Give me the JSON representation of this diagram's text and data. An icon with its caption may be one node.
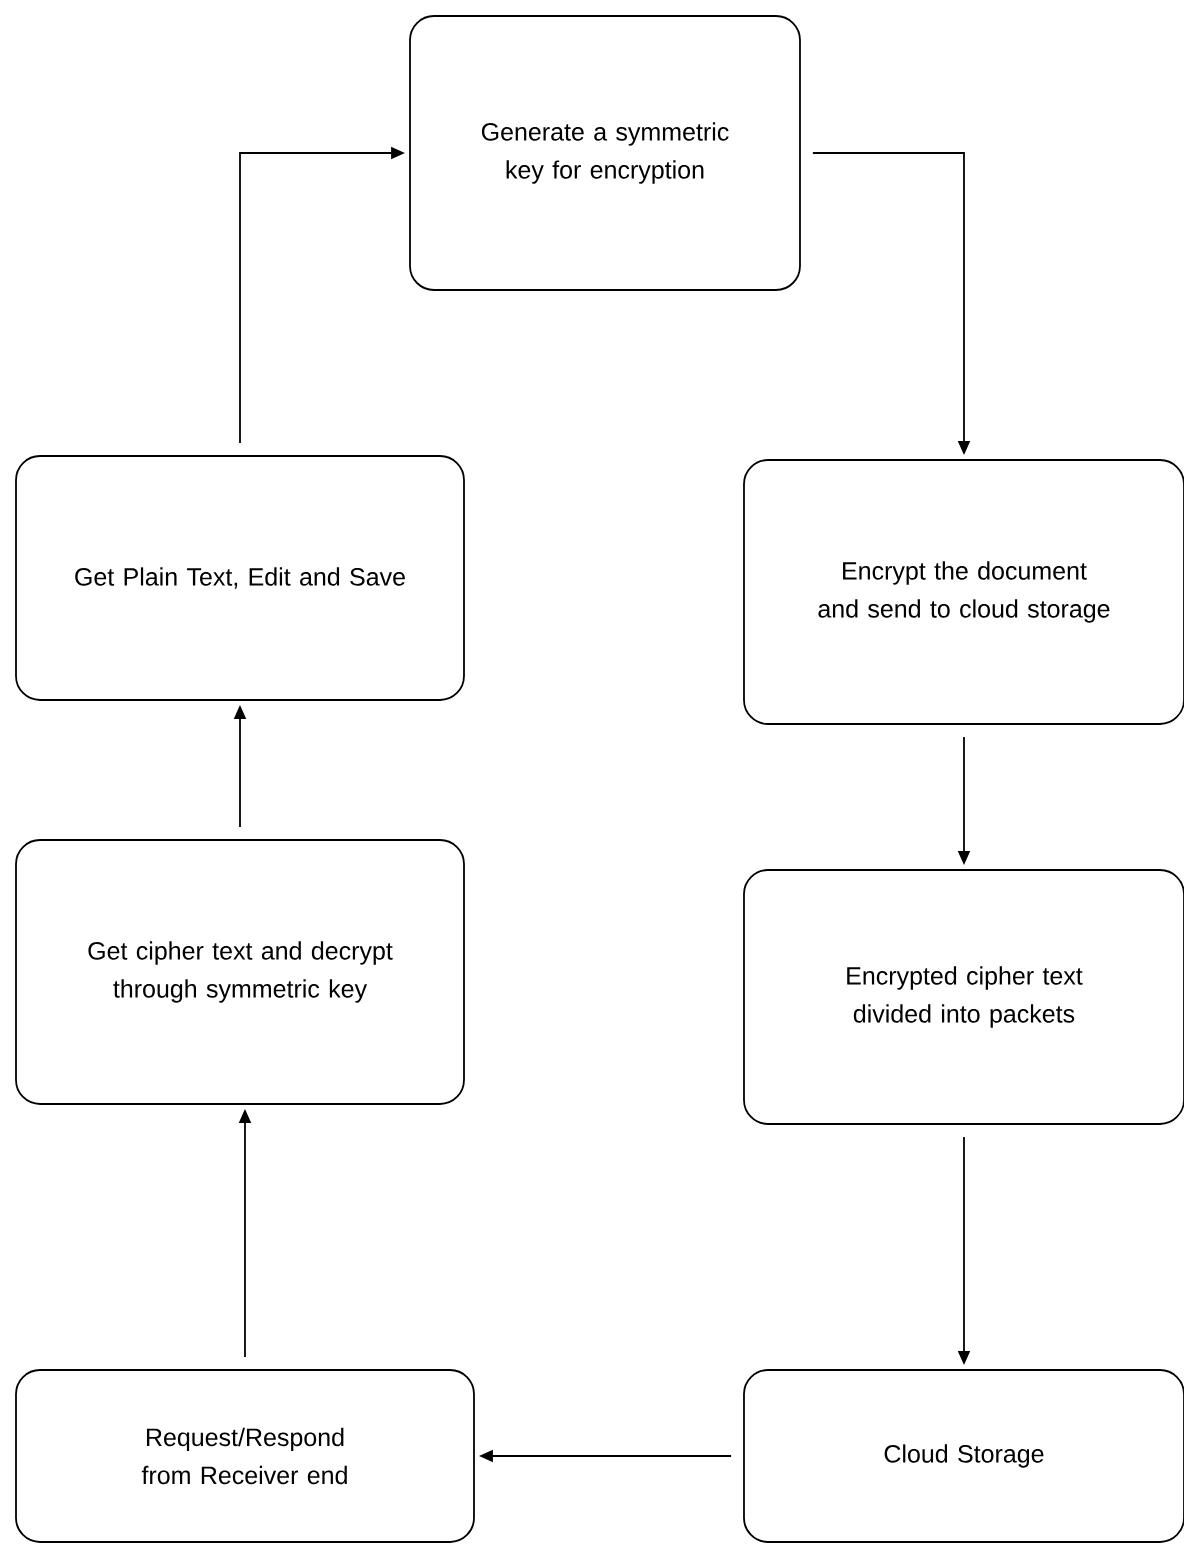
{
  "diagram": {
    "nodes": [
      {
        "text": [
          "Generate a symmetric key for encryption"
        ]
      },
      {
        "text": [
          "Encrypt the document and send to cloud storage"
        ]
      },
      {
        "text": [
          "Encrypted cipher text divided into packets"
        ]
      },
      {
        "text": [
          "Cloud Storage"
        ]
      },
      {
        "text": [
          "Request/Respond from Receiver end"
        ]
      },
      {
        "text": [
          "Get cipher text and decrypt through symmetric key"
        ]
      },
      {
        "text": [
          "Get Plain Text, Edit and Save"
        ]
      }
    ],
    "edges": [
      {
        "from": 0,
        "to": 1,
        "arrow": "to"
      },
      {
        "from": 1,
        "to": 2,
        "arrow": "to"
      },
      {
        "from": 2,
        "to": 3,
        "arrow": "to"
      },
      {
        "from": 3,
        "to": 4,
        "arrow": "to"
      },
      {
        "from": 4,
        "to": 5,
        "arrow": "to"
      },
      {
        "from": 5,
        "to": 6,
        "arrow": "to"
      },
      {
        "from": 6,
        "to": 0,
        "arrow": "to"
      }
    ]
  }
}
